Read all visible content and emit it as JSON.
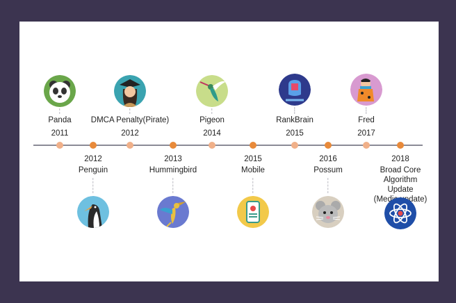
{
  "events_top": [
    {
      "name": "Panda",
      "year": "2011",
      "icon": "panda-icon"
    },
    {
      "name": "DMCA Penalty(Pirate)",
      "year": "2012",
      "icon": "pirate-icon"
    },
    {
      "name": "Pigeon",
      "year": "2014",
      "icon": "pigeon-icon"
    },
    {
      "name": "RankBrain",
      "year": "2015",
      "icon": "brain-icon"
    },
    {
      "name": "Fred",
      "year": "2017",
      "icon": "fred-icon"
    }
  ],
  "events_bottom": [
    {
      "year": "2012",
      "name": "Penguin",
      "icon": "penguin-icon"
    },
    {
      "year": "2013",
      "name": "Hummingbird",
      "icon": "hummingbird-icon"
    },
    {
      "year": "2015",
      "name": "Mobile",
      "icon": "mobile-icon"
    },
    {
      "year": "2016",
      "name": "Possum",
      "icon": "possum-icon"
    },
    {
      "year": "2018",
      "name": "Broad Core\nAlgorithm Update\n(Medic update)",
      "icon": "atom-icon"
    }
  ],
  "colors": {
    "background": "#3c3450",
    "dot_light": "#f0b089",
    "dot_dark": "#e88a3a",
    "line": "#8a8a96"
  }
}
